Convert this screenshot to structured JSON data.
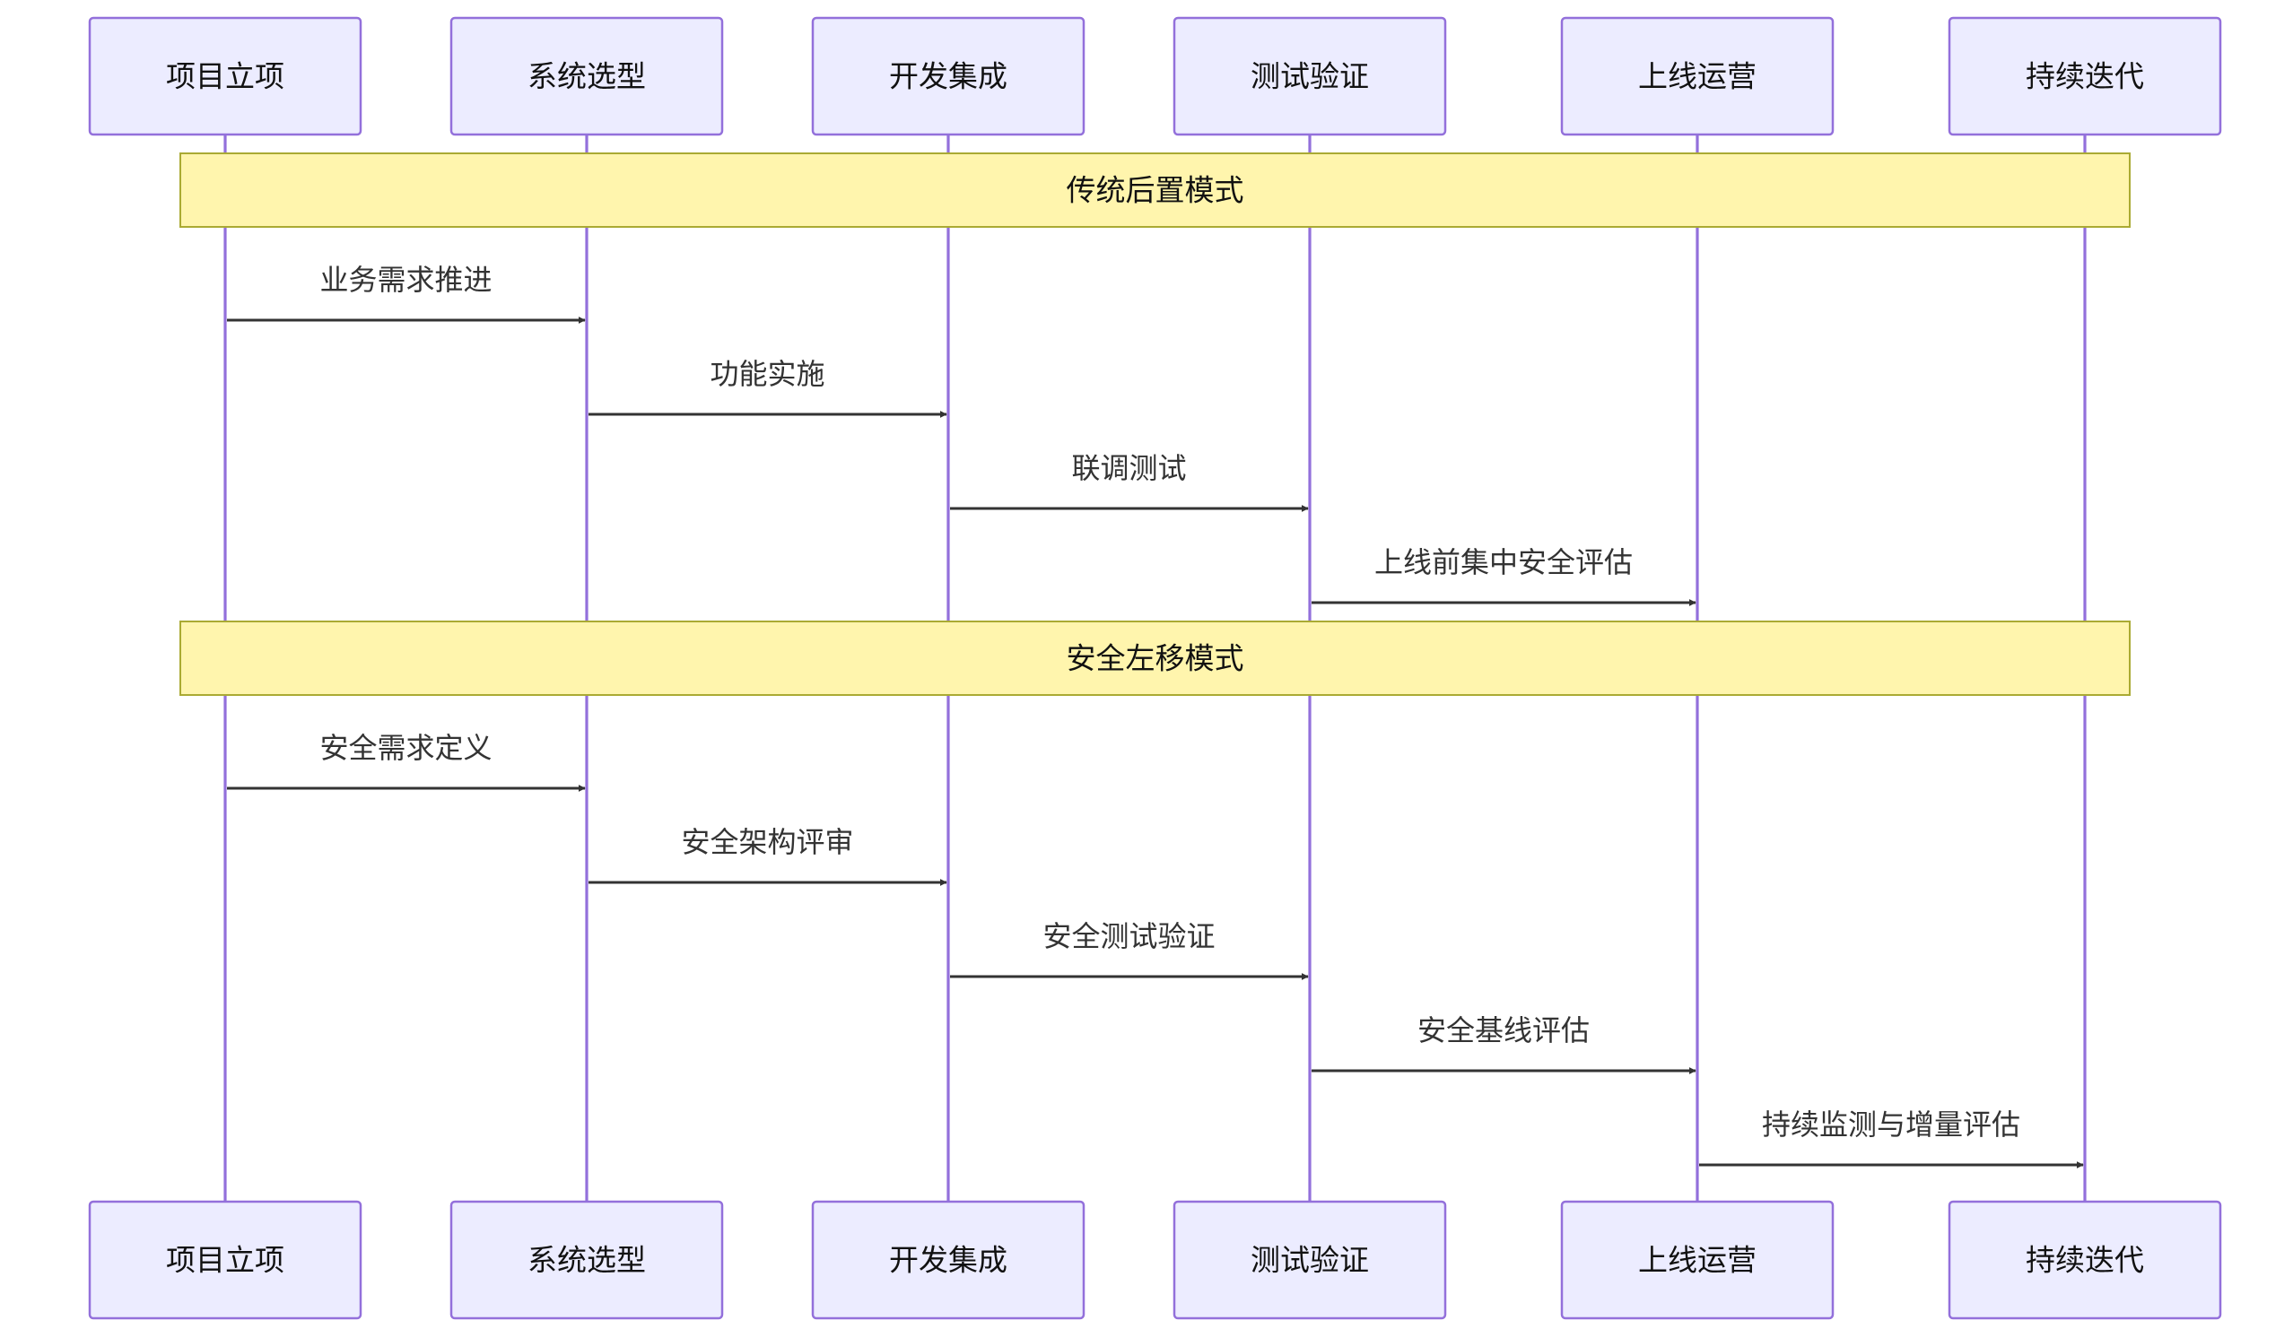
{
  "participants": [
    {
      "id": "p1",
      "label": "项目立项"
    },
    {
      "id": "p2",
      "label": "系统选型"
    },
    {
      "id": "p3",
      "label": "开发集成"
    },
    {
      "id": "p4",
      "label": "测试验证"
    },
    {
      "id": "p5",
      "label": "上线运营"
    },
    {
      "id": "p6",
      "label": "持续迭代"
    }
  ],
  "sections": [
    {
      "note": "传统后置模式",
      "messages": [
        {
          "from": "p1",
          "to": "p2",
          "label": "业务需求推进"
        },
        {
          "from": "p2",
          "to": "p3",
          "label": "功能实施"
        },
        {
          "from": "p3",
          "to": "p4",
          "label": "联调测试"
        },
        {
          "from": "p4",
          "to": "p5",
          "label": "上线前集中安全评估"
        }
      ]
    },
    {
      "note": "安全左移模式",
      "messages": [
        {
          "from": "p1",
          "to": "p2",
          "label": "安全需求定义"
        },
        {
          "from": "p2",
          "to": "p3",
          "label": "安全架构评审"
        },
        {
          "from": "p3",
          "to": "p4",
          "label": "安全测试验证"
        },
        {
          "from": "p4",
          "to": "p5",
          "label": "安全基线评估"
        },
        {
          "from": "p5",
          "to": "p6",
          "label": "持续监测与增量评估"
        }
      ]
    }
  ]
}
